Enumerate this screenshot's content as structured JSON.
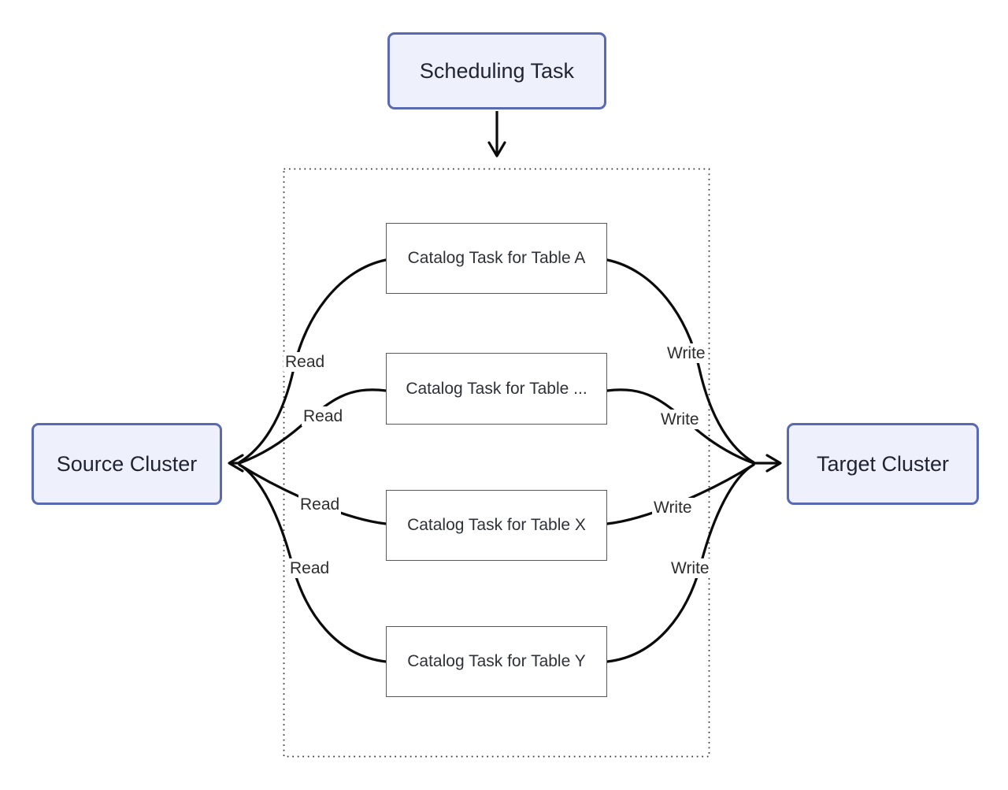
{
  "nodes": {
    "scheduler": {
      "label": "Scheduling Task"
    },
    "source_cluster": {
      "label": "Source Cluster"
    },
    "target_cluster": {
      "label": "Target Cluster"
    },
    "catalog_tasks": [
      {
        "label": "Catalog Task for Table A"
      },
      {
        "label": "Catalog Task for Table ..."
      },
      {
        "label": "Catalog Task for Table X"
      },
      {
        "label": "Catalog Task for Table Y"
      }
    ]
  },
  "edge_labels": {
    "read": "Read",
    "write": "Write"
  },
  "colors": {
    "cluster_node_border": "#5a6ab2",
    "cluster_node_fill": "#eef1fb",
    "task_node_border": "#595959",
    "task_node_fill": "#ffffff",
    "edge_stroke": "#0b0b0b",
    "container_border": "#333333",
    "background": "#ffffff",
    "text": "#1f2430"
  }
}
